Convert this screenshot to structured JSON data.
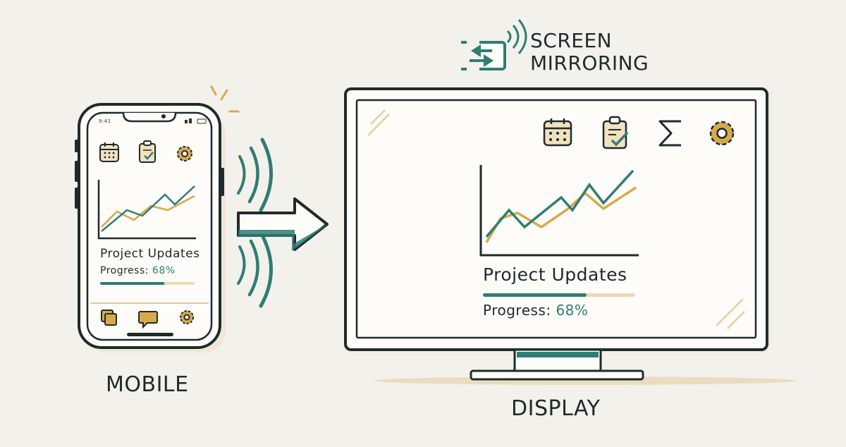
{
  "title": {
    "line1": "SCREEN",
    "line2": "MIRRORING"
  },
  "mobile": {
    "label": "MOBILE",
    "status_time": "9:41",
    "card_title": "Project Updates",
    "progress_label": "Progress:",
    "progress_value": "68%",
    "progress_fraction": 0.68,
    "top_icons": [
      "calendar-icon",
      "clipboard-check-icon",
      "gear-icon"
    ],
    "bottom_icons": [
      "copy-icon",
      "chat-bubble-icon",
      "gear-icon"
    ]
  },
  "display": {
    "label": "DISPLAY",
    "card_title": "Project Updates",
    "progress_label": "Progress:",
    "progress_value": "68%",
    "progress_fraction": 0.68,
    "icons": [
      "calendar-icon",
      "clipboard-check-icon",
      "sigma-icon",
      "gear-icon"
    ]
  },
  "colors": {
    "teal": "#2f7d74",
    "gold": "#d8a94a",
    "ink": "#1f2a2c",
    "background": "#f3f1ec",
    "sand": "#e9dcc0"
  }
}
